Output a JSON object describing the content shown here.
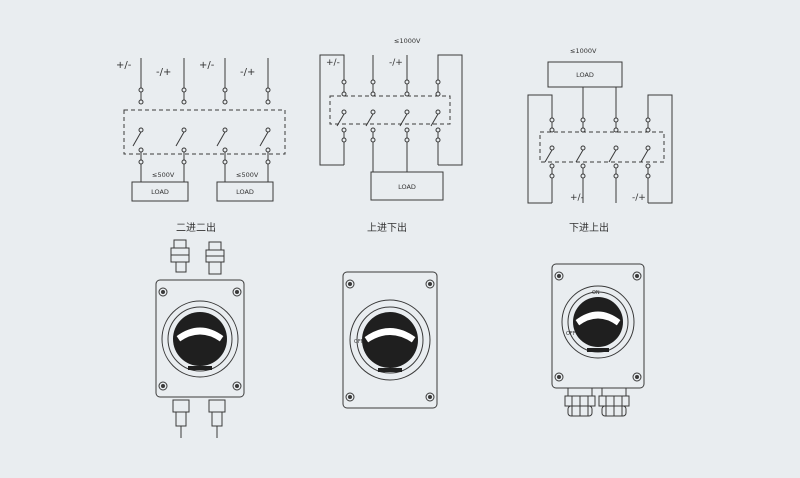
{
  "diagrams": {
    "d1": {
      "caption": "二进二出",
      "terminals": [
        "+/-",
        "-/+",
        "+/-",
        "-/+"
      ],
      "voltage_left": "≤500V",
      "voltage_right": "≤500V",
      "load_left": "LOAD",
      "load_right": "LOAD"
    },
    "d2": {
      "caption": "上进下出",
      "voltage": "≤1000V",
      "terminals": [
        "+/-",
        "-/+"
      ],
      "load": "LOAD"
    },
    "d3": {
      "caption": "下进上出",
      "voltage": "≤1000V",
      "terminals": [
        "+/-",
        "-/+"
      ],
      "load": "LOAD"
    }
  },
  "switches": {
    "s2_off": "OFF",
    "s3_on": "ON",
    "s3_off": "OFF"
  },
  "colors": {
    "line": "#3a3a3a",
    "background": "#e9edf0",
    "panel": "#f5f5f5"
  }
}
